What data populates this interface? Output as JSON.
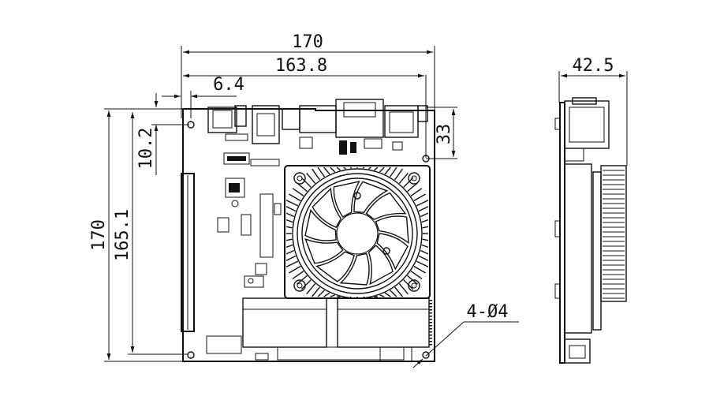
{
  "dimensions": {
    "overall_width": "170",
    "hole_span_width": "163.8",
    "hole_offset_x": "6.4",
    "overall_height": "170",
    "hole_span_height": "165.1",
    "hole_offset_y": "10.2",
    "io_height": "33",
    "side_thickness": "42.5",
    "holes_callout": "4-Ø4"
  },
  "colors": {
    "line": "#111111",
    "background": "#ffffff"
  }
}
